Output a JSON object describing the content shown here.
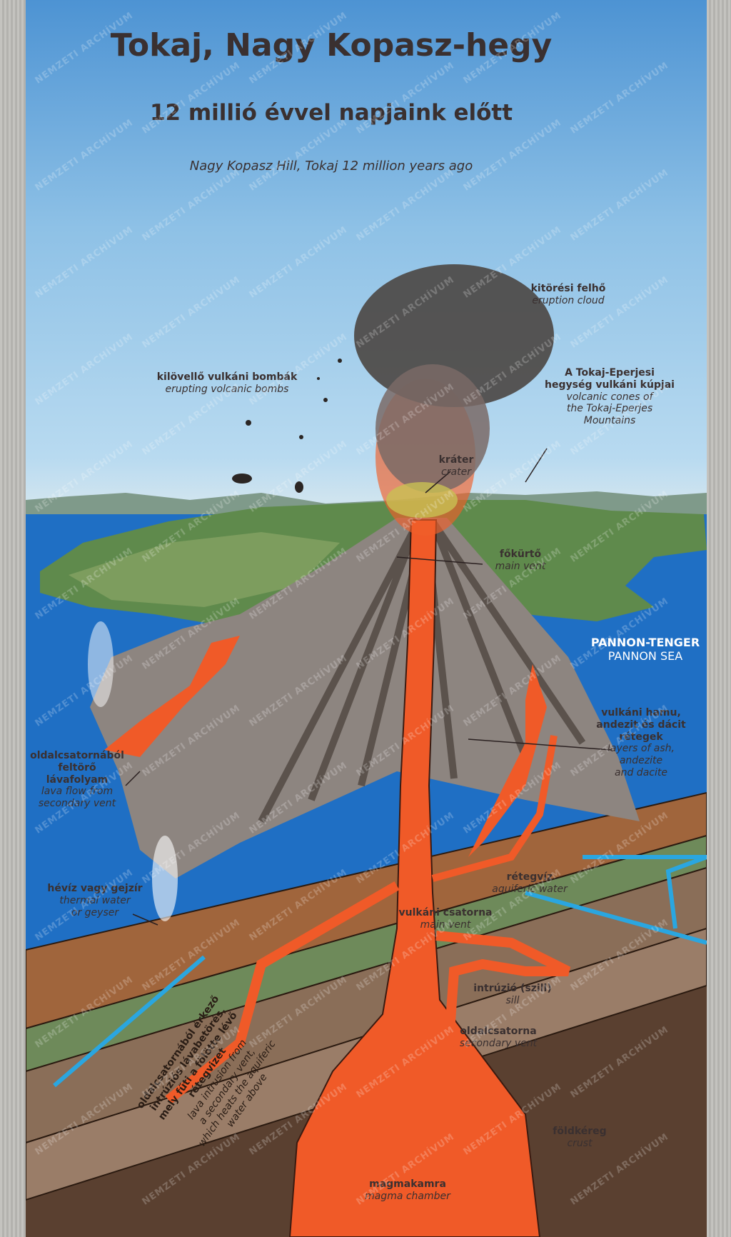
{
  "poster": {
    "title": "Tokaj, Nagy Kopasz-hegy",
    "subtitle": "12 millió évvel napjaink előtt",
    "subtitle_en": "Nagy Kopasz Hill, Tokaj 12 million years ago"
  },
  "labels": {
    "eruption_cloud": {
      "hu": "kitörési felhő",
      "en": "eruption cloud"
    },
    "volcanic_bombs": {
      "hu": "kilövellő vulkáni bombák",
      "en": "erupting volcanic bombs"
    },
    "cones": {
      "hu1": "A Tokaj-Eperjesi",
      "hu2": "hegység vulkáni kúpjai",
      "en1": "volcanic cones of",
      "en2": "the Tokaj-Eperjes",
      "en3": "Mountains"
    },
    "crater": {
      "hu": "kráter",
      "en": "crater"
    },
    "main_vent_top": {
      "hu": "főkürtő",
      "en": "main vent"
    },
    "sea": {
      "hu": "PANNON-TENGER",
      "en": "PANNON SEA"
    },
    "ash_layers": {
      "hu1": "vulkáni hamu,",
      "hu2": "andezit és dácit",
      "hu3": "rétegek",
      "en1": "layers of ash,",
      "en2": "andezite",
      "en3": "and dacite"
    },
    "lava_flow": {
      "hu1": "oldalcsatornából",
      "hu2": "feltörő",
      "hu3": "lávafolyam",
      "en1": "lava flow from",
      "en2": "secondary vent"
    },
    "thermal": {
      "hu": "hévíz vagy gejzír",
      "en1": "thermal water",
      "en2": "or geyser"
    },
    "aquifer": {
      "hu": "rétegvíz",
      "en": "aquiferic water"
    },
    "main_vent": {
      "hu": "vulkáni csatorna",
      "en": "main vent"
    },
    "sill": {
      "hu": "intrúzió (szill)",
      "en": "sill"
    },
    "secondary_vent": {
      "hu": "oldalcsatorna",
      "en": "secondary vent"
    },
    "crust": {
      "hu": "földkéreg",
      "en": "crust"
    },
    "intrusion": {
      "hu1": "oldalcsatornából érkező",
      "hu2": "intrúziós lávabetörés,",
      "hu3": "mely fűti a fölötte lévő",
      "hu4": "rétegvizet",
      "en1": "lava intrusion from",
      "en2": "a secondary vent,",
      "en3": "which heats the aquiferic",
      "en4": "water above"
    },
    "magma_chamber": {
      "hu": "magmakamra",
      "en": "magma chamber"
    }
  },
  "watermark": "NEMZETI ARCHÍVUM",
  "colors": {
    "lava": "#f05a28",
    "sea": "#1f6fc4",
    "aquifer": "#2aa6e0",
    "crust": "#5a4030"
  }
}
